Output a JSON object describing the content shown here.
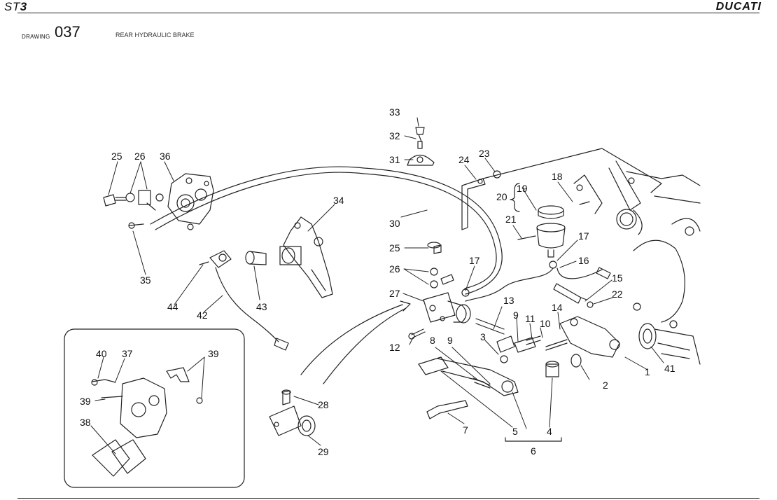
{
  "header": {
    "model_prefix": "ST",
    "model_suffix": "3",
    "brand": "DUCATI",
    "drawing_label": "DRAWING",
    "drawing_number": "037",
    "title": "REAR HYDRAULIC BRAKE"
  },
  "callouts": [
    {
      "id": "c33",
      "text": "33"
    },
    {
      "id": "c32",
      "text": "32"
    },
    {
      "id": "c31",
      "text": "31"
    },
    {
      "id": "c24",
      "text": "24"
    },
    {
      "id": "c23",
      "text": "23"
    },
    {
      "id": "c18",
      "text": "18"
    },
    {
      "id": "c20",
      "text": "20"
    },
    {
      "id": "c19",
      "text": "19"
    },
    {
      "id": "c21",
      "text": "21"
    },
    {
      "id": "c17a",
      "text": "17"
    },
    {
      "id": "c16",
      "text": "16"
    },
    {
      "id": "c15",
      "text": "15"
    },
    {
      "id": "c22",
      "text": "22"
    },
    {
      "id": "c25a",
      "text": "25"
    },
    {
      "id": "c26a",
      "text": "26"
    },
    {
      "id": "c36",
      "text": "36"
    },
    {
      "id": "c34",
      "text": "34"
    },
    {
      "id": "c30",
      "text": "30"
    },
    {
      "id": "c35",
      "text": "35"
    },
    {
      "id": "c44",
      "text": "44"
    },
    {
      "id": "c42",
      "text": "42"
    },
    {
      "id": "c43",
      "text": "43"
    },
    {
      "id": "c25b",
      "text": "25"
    },
    {
      "id": "c26b",
      "text": "26"
    },
    {
      "id": "c17b",
      "text": "17"
    },
    {
      "id": "c27",
      "text": "27"
    },
    {
      "id": "c13",
      "text": "13"
    },
    {
      "id": "c14",
      "text": "14"
    },
    {
      "id": "c9a",
      "text": "9"
    },
    {
      "id": "c11",
      "text": "11"
    },
    {
      "id": "c10",
      "text": "10"
    },
    {
      "id": "c12",
      "text": "12"
    },
    {
      "id": "c3",
      "text": "3"
    },
    {
      "id": "c8",
      "text": "8"
    },
    {
      "id": "c9b",
      "text": "9"
    },
    {
      "id": "c1",
      "text": "1"
    },
    {
      "id": "c41",
      "text": "41"
    },
    {
      "id": "c2",
      "text": "2"
    },
    {
      "id": "c40",
      "text": "40"
    },
    {
      "id": "c37",
      "text": "37"
    },
    {
      "id": "c39a",
      "text": "39"
    },
    {
      "id": "c39b",
      "text": "39"
    },
    {
      "id": "c38",
      "text": "38"
    },
    {
      "id": "c28",
      "text": "28"
    },
    {
      "id": "c29",
      "text": "29"
    },
    {
      "id": "c7",
      "text": "7"
    },
    {
      "id": "c5",
      "text": "5"
    },
    {
      "id": "c4",
      "text": "4"
    },
    {
      "id": "c6",
      "text": "6"
    }
  ]
}
